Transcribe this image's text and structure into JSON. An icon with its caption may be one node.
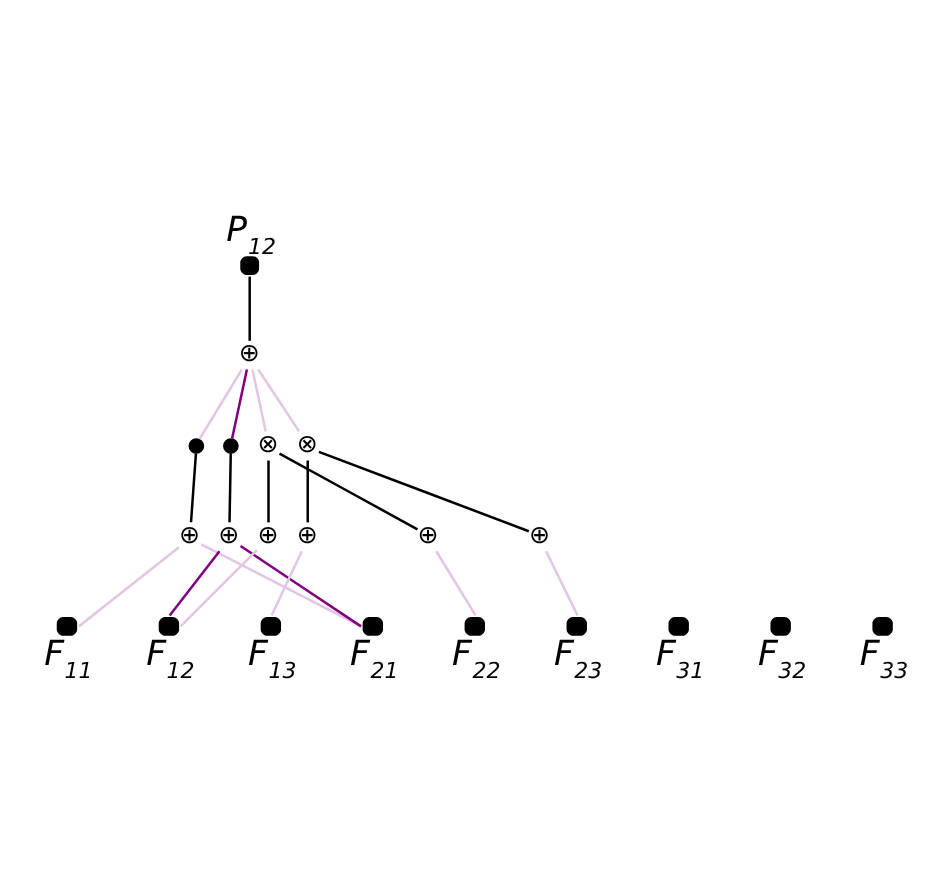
{
  "diagram": {
    "nodes": [
      {
        "text": [
          "P$_{12}$"
        ]
      },
      {
        "text": [
          "⊕"
        ]
      },
      {
        "text": [],
        "shape": "circle"
      },
      {
        "text": [],
        "shape": "circle"
      },
      {
        "text": [
          "⊗"
        ]
      },
      {
        "text": [
          "⊗"
        ]
      },
      {
        "text": [
          "⊕"
        ]
      },
      {
        "text": [
          "⊕"
        ]
      },
      {
        "text": [
          "⊕"
        ]
      },
      {
        "text": [
          "⊕"
        ]
      },
      {
        "text": [
          "⊕"
        ]
      },
      {
        "text": [
          "⊕"
        ]
      },
      {
        "text": [
          "F$_{11}$"
        ]
      },
      {
        "text": [
          "F$_{12}$"
        ]
      },
      {
        "text": [
          "F$_{13}$"
        ]
      },
      {
        "text": [
          "F$_{21}$"
        ]
      },
      {
        "text": [
          "F$_{22}$"
        ]
      },
      {
        "text": [
          "F$_{23}$"
        ]
      },
      {
        "text": [
          "F$_{31}$"
        ]
      },
      {
        "text": [
          "F$_{32}$"
        ]
      },
      {
        "text": [
          "F$_{33}$"
        ]
      }
    ],
    "edges": [
      {
        "from": 0,
        "to": 1,
        "arrow": "none",
        "color": "#000000"
      },
      {
        "from": 1,
        "to": 2,
        "arrow": "none"
      },
      {
        "from": 1,
        "to": 3,
        "arrow": "none",
        "color": "#800080"
      },
      {
        "from": 1,
        "to": 4,
        "arrow": "none"
      },
      {
        "from": 1,
        "to": 5,
        "arrow": "none"
      },
      {
        "from": 2,
        "to": 6,
        "arrow": "none",
        "color": "#000000"
      },
      {
        "from": 3,
        "to": 7,
        "arrow": "none",
        "color": "#000000"
      },
      {
        "from": 4,
        "to": 8,
        "arrow": "none",
        "color": "#000000"
      },
      {
        "from": 4,
        "to": 9,
        "arrow": "none",
        "color": "#000000"
      },
      {
        "from": 5,
        "to": 10,
        "arrow": "none",
        "color": "#000000"
      },
      {
        "from": 5,
        "to": 11,
        "arrow": "none",
        "color": "#000000"
      },
      {
        "from": 6,
        "to": 12,
        "arrow": "none"
      },
      {
        "from": 6,
        "to": 15,
        "arrow": "none"
      },
      {
        "from": 7,
        "to": 13,
        "arrow": "none",
        "color": "#800080"
      },
      {
        "from": 7,
        "to": 15,
        "arrow": "none",
        "color": "#800080"
      },
      {
        "from": 8,
        "to": 14,
        "arrow": "none"
      },
      {
        "from": 9,
        "to": 17,
        "arrow": "none"
      },
      {
        "from": 10,
        "to": 16,
        "arrow": "none"
      },
      {
        "from": 11,
        "to": 13,
        "arrow": "none"
      }
    ]
  }
}
